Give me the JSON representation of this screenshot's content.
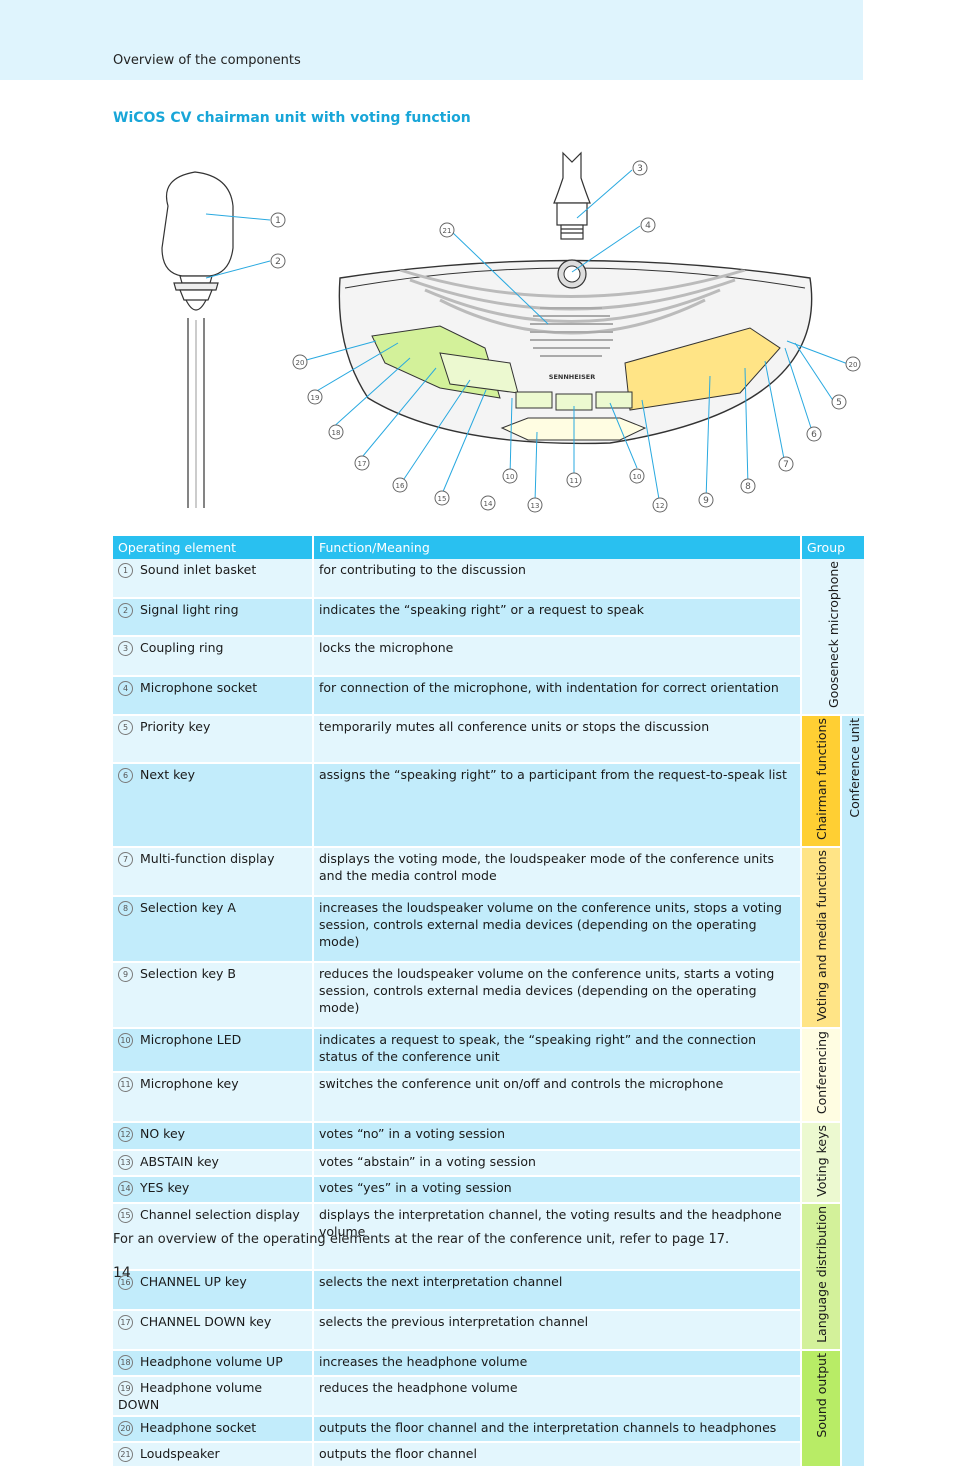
{
  "header": {
    "text": "Overview of the components"
  },
  "section_title": "WiCOS CV chairman unit with voting function",
  "figure": {
    "brand": "SENNHEISER",
    "callouts": [
      "1",
      "2",
      "3",
      "4",
      "5",
      "6",
      "7",
      "8",
      "9",
      "10",
      "10",
      "11",
      "12",
      "13",
      "14",
      "15",
      "16",
      "17",
      "18",
      "19",
      "20",
      "20",
      "21"
    ]
  },
  "table": {
    "headers": [
      "Operating element",
      "Function/Meaning",
      "Group"
    ],
    "rows": [
      {
        "num": "1",
        "element": "Sound inlet basket",
        "function": "for contributing to the discussion"
      },
      {
        "num": "2",
        "element": "Signal light ring",
        "function": "indicates the “speaking right” or a request to speak"
      },
      {
        "num": "3",
        "element": "Coupling ring",
        "function": "locks the microphone"
      },
      {
        "num": "4",
        "element": "Microphone socket",
        "function": "for connection of the microphone, with indentation for correct orientation"
      },
      {
        "num": "5",
        "element": "Priority key",
        "function": "temporarily mutes all conference units or stops the discussion"
      },
      {
        "num": "6",
        "element": "Next key",
        "function": "assigns the “speaking right” to a participant from the request-to-speak list"
      },
      {
        "num": "7",
        "element": "Multi-function display",
        "function": "displays the voting mode, the loudspeaker mode of the conference units and the media control mode"
      },
      {
        "num": "8",
        "element": "Selection key A",
        "function": "increases the loudspeaker volume on the conference units, stops a voting session, controls external media devices (depending on the operating mode)"
      },
      {
        "num": "9",
        "element": "Selection key B",
        "function": "reduces the loudspeaker volume on the conference units, starts a voting session, controls external media devices (depending on the operating mode)"
      },
      {
        "num": "10",
        "element": "Microphone LED",
        "function": "indicates a request to speak, the “speaking right” and the connection status of the conference unit"
      },
      {
        "num": "11",
        "element": "Microphone key",
        "function": "switches the conference unit on/off and controls the microphone"
      },
      {
        "num": "12",
        "element": "NO key",
        "function": "votes “no” in a voting session"
      },
      {
        "num": "13",
        "element": "ABSTAIN key",
        "function": "votes “abstain” in a voting session"
      },
      {
        "num": "14",
        "element": "YES key",
        "function": "votes “yes” in a voting session"
      },
      {
        "num": "15",
        "element": "Channel selection display",
        "function": "displays the interpretation channel, the voting results and the headphone volume"
      },
      {
        "num": "16",
        "element": "CHANNEL UP key",
        "function": "selects the next interpretation channel"
      },
      {
        "num": "17",
        "element": "CHANNEL DOWN key",
        "function": "selects the previous interpretation channel"
      },
      {
        "num": "18",
        "element": "Headphone volume UP",
        "function": "increases the headphone volume"
      },
      {
        "num": "19",
        "element": "Headphone volume DOWN",
        "function": "reduces the headphone volume"
      },
      {
        "num": "20",
        "element": "Headphone socket",
        "function": "outputs the floor channel and the interpretation channels to headphones"
      },
      {
        "num": "21",
        "element": "Loudspeaker",
        "function": "outputs the floor channel"
      }
    ],
    "groups": {
      "gooseneck": "Gooseneck microphone",
      "chairman": "Chairman functions",
      "voting_media": "Voting and media functions",
      "conferencing": "Conferencing",
      "voting_keys": "Voting keys",
      "language": "Language distribution",
      "sound": "Sound output",
      "unit": "Conference unit"
    }
  },
  "footnote": "For an overview of the operating elements at the rear of the conference unit, refer to page 17.",
  "page_number": "14"
}
